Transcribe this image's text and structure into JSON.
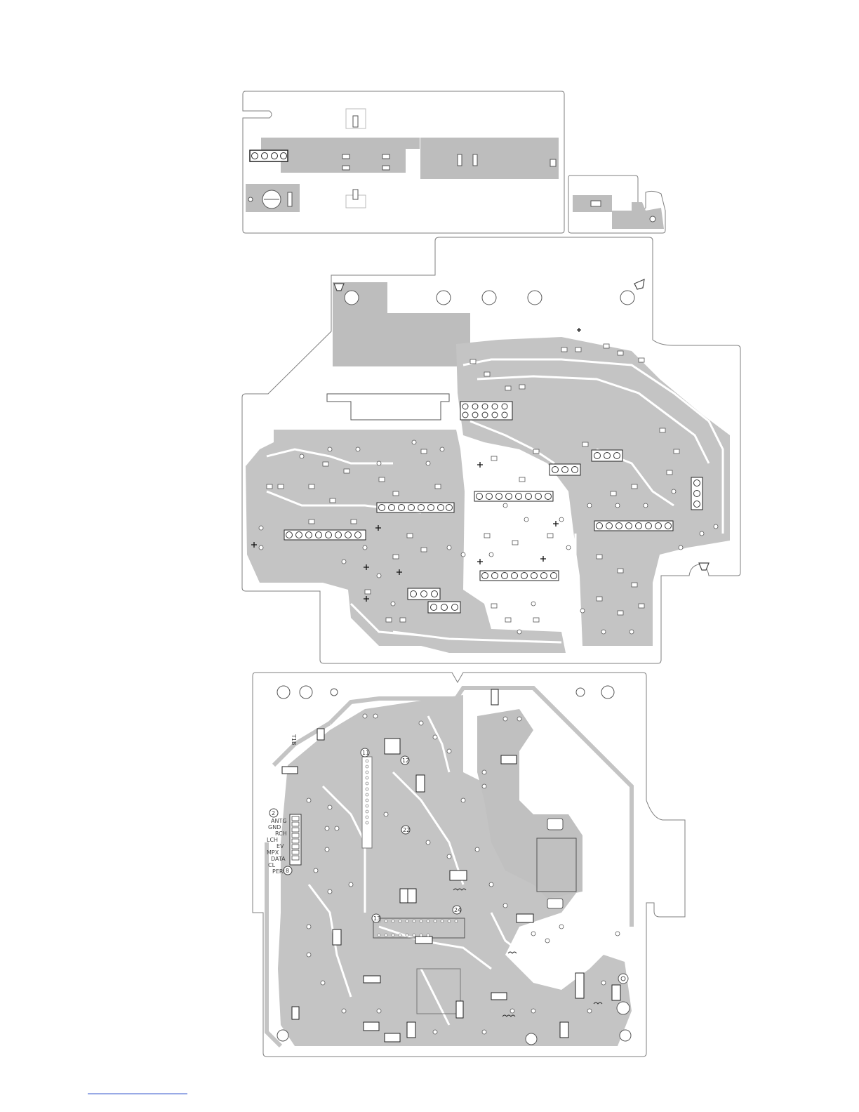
{
  "connector_labels": [
    "ANTG",
    "GND",
    "RCH",
    "LCH",
    "EV",
    "MPX",
    "DATA",
    "CL",
    "PERI"
  ],
  "silkscreen": {
    "t1b": "T1B",
    "ic_markers": [
      "11",
      "12",
      "13",
      "22",
      "24",
      "2",
      "8"
    ]
  },
  "colors": {
    "board_outline": "#7f7f7f",
    "copper_fill": "#bdbdbd",
    "trace": "#b5b5b5",
    "pad": "#ffffff",
    "ink": "#333333",
    "link": "#3355cc"
  }
}
